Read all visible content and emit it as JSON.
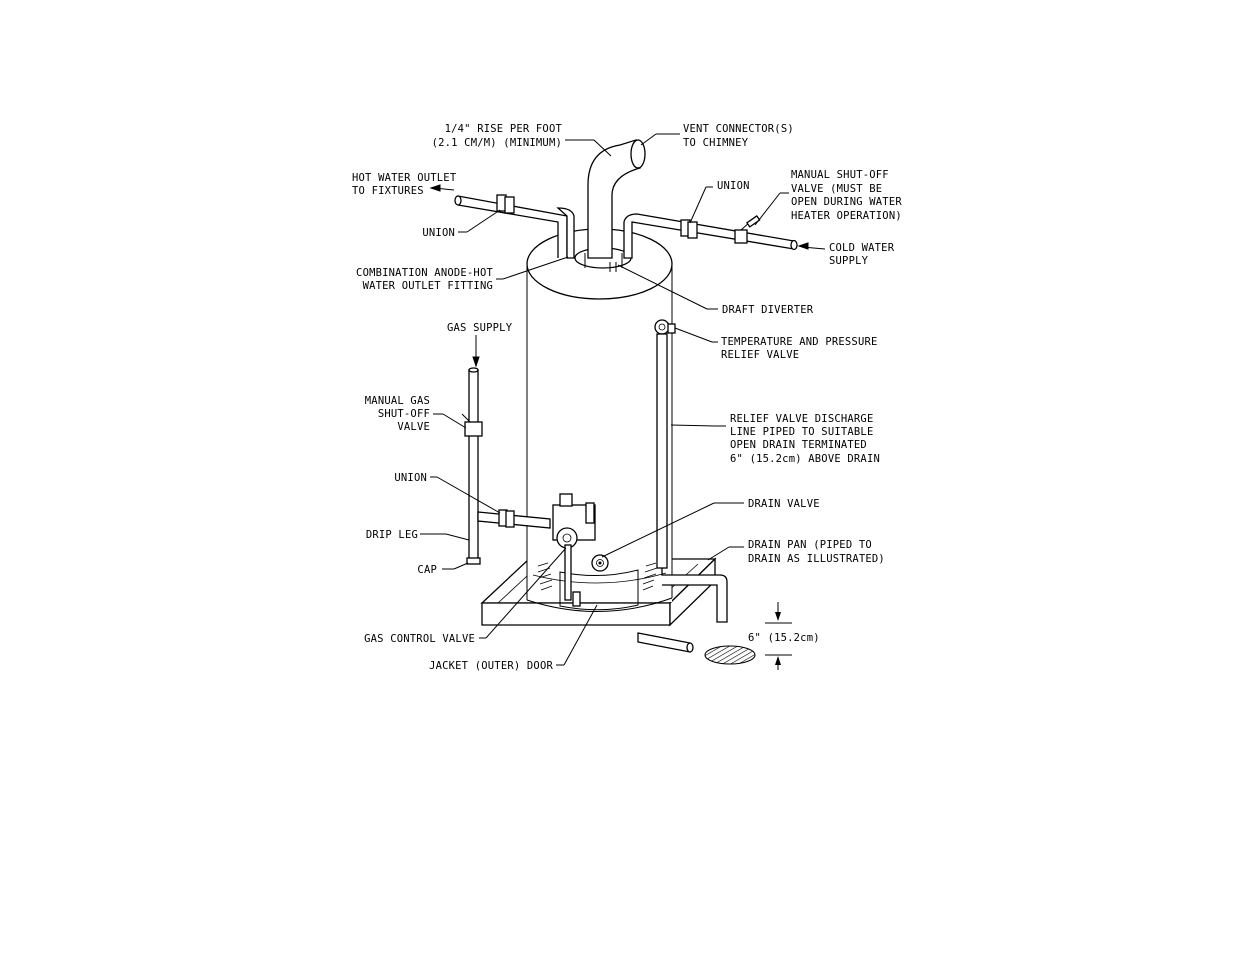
{
  "labels": {
    "rise_1": "1/4\" RISE PER FOOT",
    "rise_2": "(2.1 CM/M) (MINIMUM)",
    "vent_1": "VENT CONNECTOR(S)",
    "vent_2": "TO CHIMNEY",
    "hot_outlet_1": "HOT WATER OUTLET",
    "hot_outlet_2": "TO FIXTURES",
    "union_top_right": "UNION",
    "shutoff_1": "MANUAL SHUT-OFF",
    "shutoff_2": "VALVE (MUST BE",
    "shutoff_3": "OPEN DURING WATER",
    "shutoff_4": "HEATER OPERATION)",
    "union_top_left": "UNION",
    "cold_1": "COLD WATER",
    "cold_2": "SUPPLY",
    "anode_1": "COMBINATION ANODE-HOT",
    "anode_2": "WATER OUTLET FITTING",
    "draft": "DRAFT DIVERTER",
    "gas_supply": "GAS SUPPLY",
    "tp_1": "TEMPERATURE AND PRESSURE",
    "tp_2": "RELIEF VALVE",
    "gas_valve_1": "MANUAL GAS",
    "gas_valve_2": "SHUT-OFF",
    "gas_valve_3": "VALVE",
    "discharge_1": "RELIEF VALVE DISCHARGE",
    "discharge_2": "LINE PIPED TO SUITABLE",
    "discharge_3": "OPEN DRAIN TERMINATED",
    "discharge_4": "6\" (15.2cm) ABOVE DRAIN",
    "union_left": "UNION",
    "drain_valve": "DRAIN VALVE",
    "drip_leg": "DRIP LEG",
    "drain_pan_1": "DRAIN PAN (PIPED TO",
    "drain_pan_2": "DRAIN AS ILLUSTRATED)",
    "cap": "CAP",
    "dimension": "6\" (15.2cm)",
    "gas_control": "GAS CONTROL VALVE",
    "jacket_door": "JACKET (OUTER) DOOR"
  }
}
